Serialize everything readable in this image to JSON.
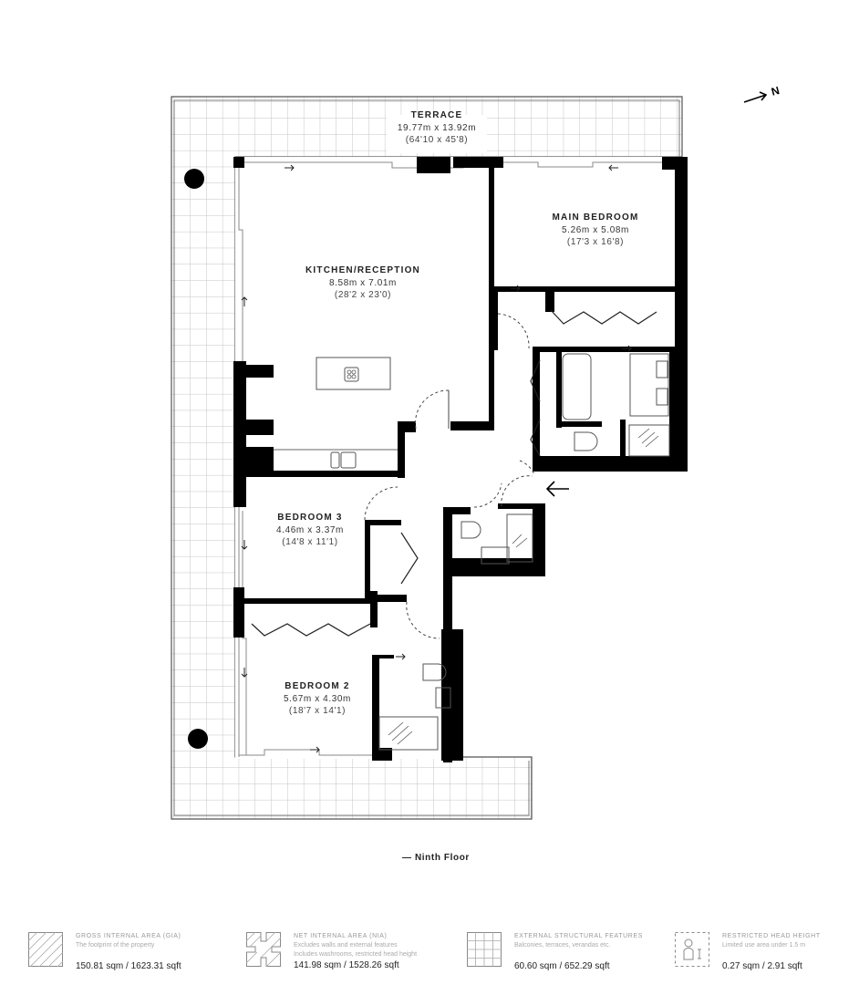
{
  "plan": {
    "floor_caption": "— Ninth Floor",
    "north_indicator": "N",
    "rooms": [
      {
        "id": "terrace",
        "name": "TERRACE",
        "metric": "19.77m x 13.92m",
        "imperial": "(64'10 x 45'8)"
      },
      {
        "id": "kitchen-reception",
        "name": "KITCHEN/RECEPTION",
        "metric": "8.58m x 7.01m",
        "imperial": "(28'2 x 23'0)"
      },
      {
        "id": "main-bedroom",
        "name": "MAIN BEDROOM",
        "metric": "5.26m x 5.08m",
        "imperial": "(17'3 x 16'8)"
      },
      {
        "id": "bedroom-3",
        "name": "BEDROOM 3",
        "metric": "4.46m x 3.37m",
        "imperial": "(14'8 x 11'1)"
      },
      {
        "id": "bedroom-2",
        "name": "BEDROOM 2",
        "metric": "5.67m x 4.30m",
        "imperial": "(18'7 x 14'1)"
      }
    ]
  },
  "legend": [
    {
      "id": "gia",
      "title": "GROSS INTERNAL AREA (GIA)",
      "desc": [
        "The footprint of the property"
      ],
      "value": "150.81 sqm / 1623.31 sqft"
    },
    {
      "id": "nia",
      "title": "NET INTERNAL AREA (NIA)",
      "desc": [
        "Excludes walls and external features",
        "Includes washrooms, restricted head height"
      ],
      "value": "141.98 sqm / 1528.26 sqft"
    },
    {
      "id": "external",
      "title": "EXTERNAL STRUCTURAL FEATURES",
      "desc": [
        "Balconies, terraces, verandas etc."
      ],
      "value": "60.60 sqm / 652.29 sqft"
    },
    {
      "id": "restricted",
      "title": "RESTRICTED HEAD HEIGHT",
      "desc": [
        "Limited use area under 1.5 m"
      ],
      "value": "0.27 sqm / 2.91 sqft"
    }
  ],
  "colors": {
    "wall": "#000000",
    "grid": "#bdbdbd",
    "outline": "#555555",
    "muted_text": "#999999"
  }
}
